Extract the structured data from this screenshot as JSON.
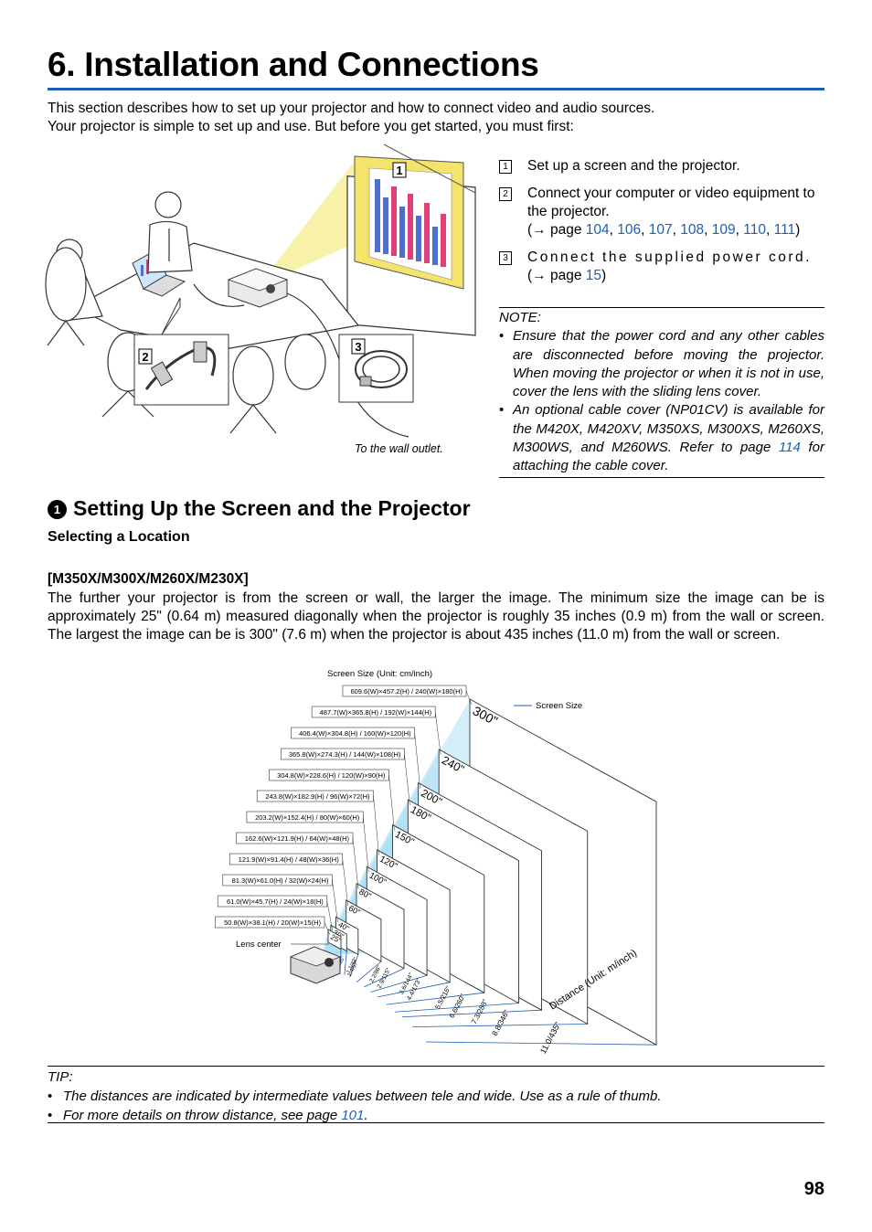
{
  "title": "6. Installation and Connections",
  "intro": [
    "This section describes how to set up your projector and how to connect video and audio sources.",
    "Your projector is simple to set up and use. But before you get started, you must first:"
  ],
  "steps": [
    {
      "num": "1",
      "text": "Set up a screen and the projector."
    },
    {
      "num": "2",
      "text": "Connect your computer or video equipment to the projector.",
      "ref_open": "(→ page ",
      "pages": [
        "104",
        "106",
        "107",
        "108",
        "109",
        "110",
        "111"
      ],
      "ref_close": ")"
    },
    {
      "num": "3",
      "text": "Connect the supplied power cord.",
      "ref_open": "(→ page ",
      "pages": [
        "15"
      ],
      "ref_close": ")"
    }
  ],
  "illustration": {
    "callouts": [
      "1",
      "2",
      "3"
    ],
    "wall_outlet": "To the wall outlet."
  },
  "note": {
    "label": "NOTE:",
    "items": [
      "Ensure that the power cord and any other cables are disconnected before moving the projector. When moving the projector or when it is not in use, cover the lens with the sliding lens cover.",
      {
        "before": "An optional cable cover (NP01CV) is available for the M420X, M420XV, M350XS, M300XS, M260XS, M300WS, and M260WS. Refer to page ",
        "link": "114",
        "after": " for attaching the cable cover."
      }
    ]
  },
  "section": {
    "num": "1",
    "title": "Setting Up the Screen and the Projector"
  },
  "subheading": "Selecting a Location",
  "model_heading": "[M350X/M300X/M260X/M230X]",
  "body": "The further your projector is from the screen or wall, the larger the image. The minimum size the image can be is approximately 25\" (0.64 m) measured diagonally when the projector is roughly 35 inches (0.9 m) from the wall or screen. The largest the image can be is 300\" (7.6 m) when the projector is about 435 inches (11.0 m) from the wall or screen.",
  "diagram": {
    "screen_size_unit_label": "Screen Size (Unit: cm/inch)",
    "screen_size_label": "Screen Size",
    "lens_center_label": "Lens center",
    "distance_unit_label": "Distance (Unit: m/inch)",
    "screens": [
      {
        "inch": "25\"",
        "dims": "50.8(W)×38.1(H) / 20(W)×15(H)",
        "dist": "0.9/35\""
      },
      {
        "inch": "30\"",
        "dims": "61.0(W)×45.7(H) / 24(W)×18(H)",
        "dist": "1.1/42\""
      },
      {
        "inch": "40\"",
        "dims": "81.3(W)×61.0(H) / 32(W)×24(H)",
        "dist": "1.4/57\""
      },
      {
        "inch": "60\"",
        "dims": "121.9(W)×91.4(H) / 48(W)×36(H)",
        "dist": "2.2/86\""
      },
      {
        "inch": "80\"",
        "dims": "162.6(W)×121.9(H) / 64(W)×48(H)",
        "dist": "2.9/115\""
      },
      {
        "inch": "100\"",
        "dims": "203.2(W)×152.4(H) / 80(W)×60(H)",
        "dist": "3.6/144\""
      },
      {
        "inch": "120\"",
        "dims": "243.8(W)×182.9(H) / 96(W)×72(H)",
        "dist": "4.4/173\""
      },
      {
        "inch": "150\"",
        "dims": "304.8(W)×228.6(H) / 120(W)×90(H)",
        "dist": "5.5/216\""
      },
      {
        "inch": "180\"",
        "dims": "365.8(W)×274.3(H) / 144(W)×108(H)",
        "dist": "6.6/260\""
      },
      {
        "inch": "200\"",
        "dims": "406.4(W)×304.8(H) / 160(W)×120(H)",
        "dist": "7.3/288\""
      },
      {
        "inch": "240\"",
        "dims": "487.7(W)×365.8(H) / 192(W)×144(H)",
        "dist": "8.8/346\""
      },
      {
        "inch": "300\"",
        "dims": "609.6(W)×457.2(H) / 240(W)×180(H)",
        "dist": "11.0/435\""
      }
    ]
  },
  "tip": {
    "label": "TIP:",
    "items": [
      "The distances are indicated by intermediate values between tele and wide. Use as a rule of thumb.",
      {
        "before": "For more details on throw distance, see page ",
        "link": "101",
        "after": "."
      }
    ]
  },
  "page_number": "98",
  "colors": {
    "accent": "#1f5fb3",
    "beam": "#aee0f4",
    "screen_yellow": "#f6ec8c"
  }
}
